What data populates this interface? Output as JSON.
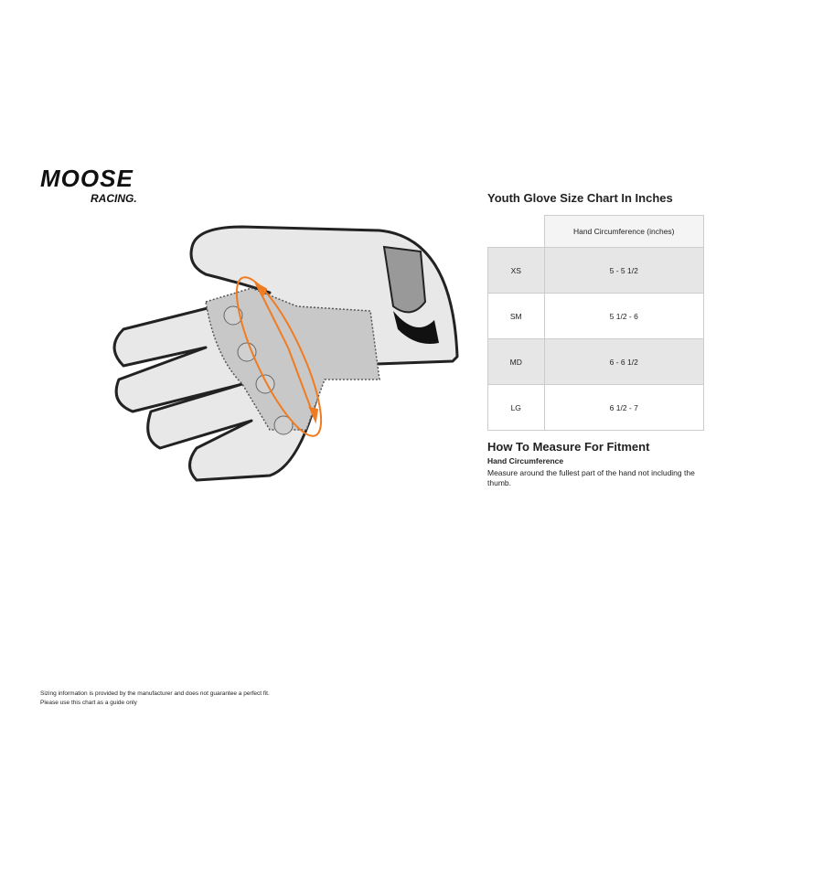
{
  "brand": {
    "logo_text": "MOOSE",
    "logo_subtext": "RACING."
  },
  "chart": {
    "title": "Youth Glove Size Chart In Inches",
    "column_header": "Hand Circumference (inches)",
    "rows": [
      {
        "size": "XS",
        "value": "5 - 5 1/2"
      },
      {
        "size": "SM",
        "value": "5 1/2 - 6"
      },
      {
        "size": "MD",
        "value": "6 - 6 1/2"
      },
      {
        "size": "LG",
        "value": "6 1/2 - 7"
      }
    ]
  },
  "measure": {
    "title": "How To Measure For Fitment",
    "subtitle": "Hand Circumference",
    "description": "Measure around the fullest part of the hand not including the thumb."
  },
  "disclaimer": [
    "Sizing information is provided by the manufacturer and does not guarantee a perfect fit.",
    "Please use this chart as a guide only"
  ],
  "colors": {
    "accent": "#f07c22"
  }
}
